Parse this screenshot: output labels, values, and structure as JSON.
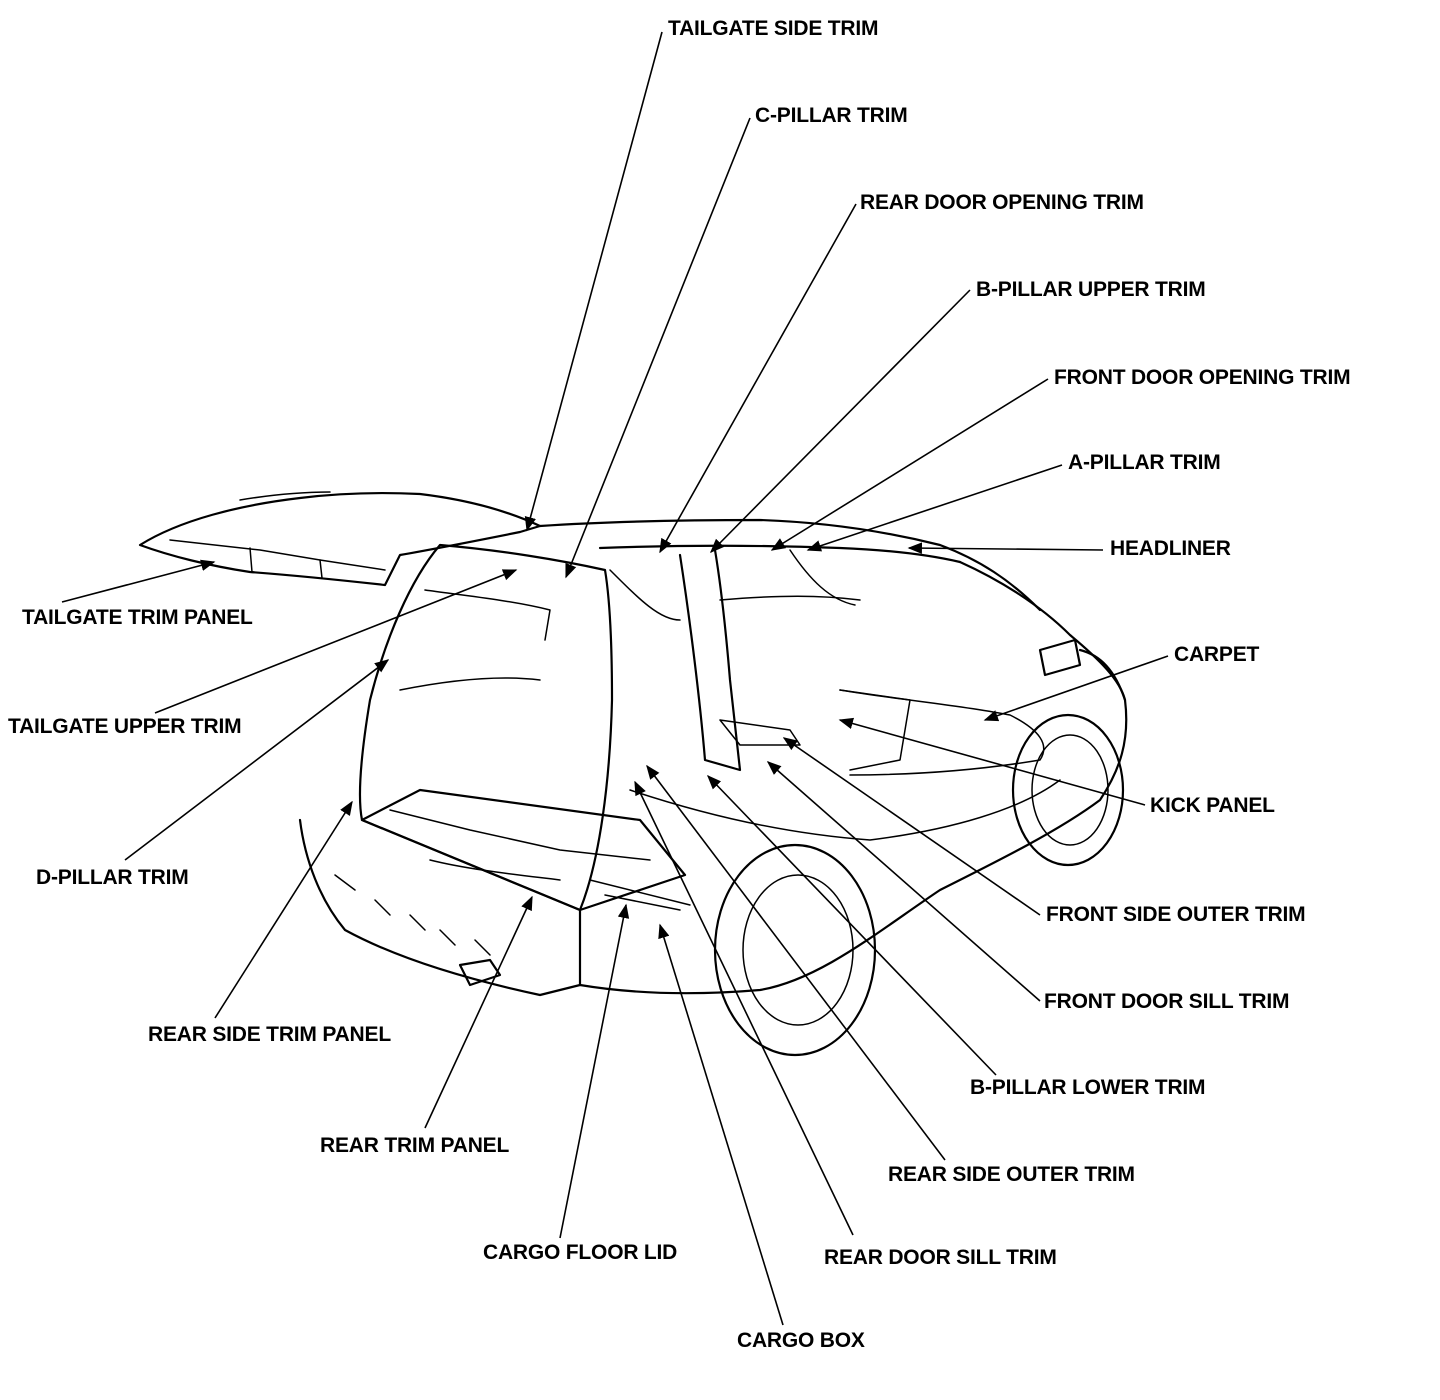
{
  "colors": {
    "ink": "#000000",
    "paper": "#ffffff"
  },
  "labels": {
    "tailgate_side_trim": "TAILGATE SIDE TRIM",
    "c_pillar_trim": "C-PILLAR TRIM",
    "rear_door_opening_trim": "REAR DOOR OPENING TRIM",
    "b_pillar_upper_trim": "B-PILLAR UPPER TRIM",
    "front_door_opening_trim": "FRONT DOOR OPENING TRIM",
    "a_pillar_trim": "A-PILLAR TRIM",
    "headliner": "HEADLINER",
    "carpet": "CARPET",
    "kick_panel": "KICK PANEL",
    "front_side_outer_trim": "FRONT SIDE OUTER TRIM",
    "front_door_sill_trim": "FRONT DOOR SILL TRIM",
    "b_pillar_lower_trim": "B-PILLAR LOWER TRIM",
    "rear_side_outer_trim": "REAR SIDE OUTER TRIM",
    "rear_door_sill_trim": "REAR DOOR SILL TRIM",
    "cargo_box": "CARGO BOX",
    "cargo_floor_lid": "CARGO FLOOR LID",
    "rear_trim_panel": "REAR TRIM PANEL",
    "rear_side_trim_panel": "REAR SIDE TRIM PANEL",
    "d_pillar_trim": "D-PILLAR TRIM",
    "tailgate_upper_trim": "TAILGATE UPPER TRIM",
    "tailgate_trim_panel": "TAILGATE TRIM PANEL"
  }
}
